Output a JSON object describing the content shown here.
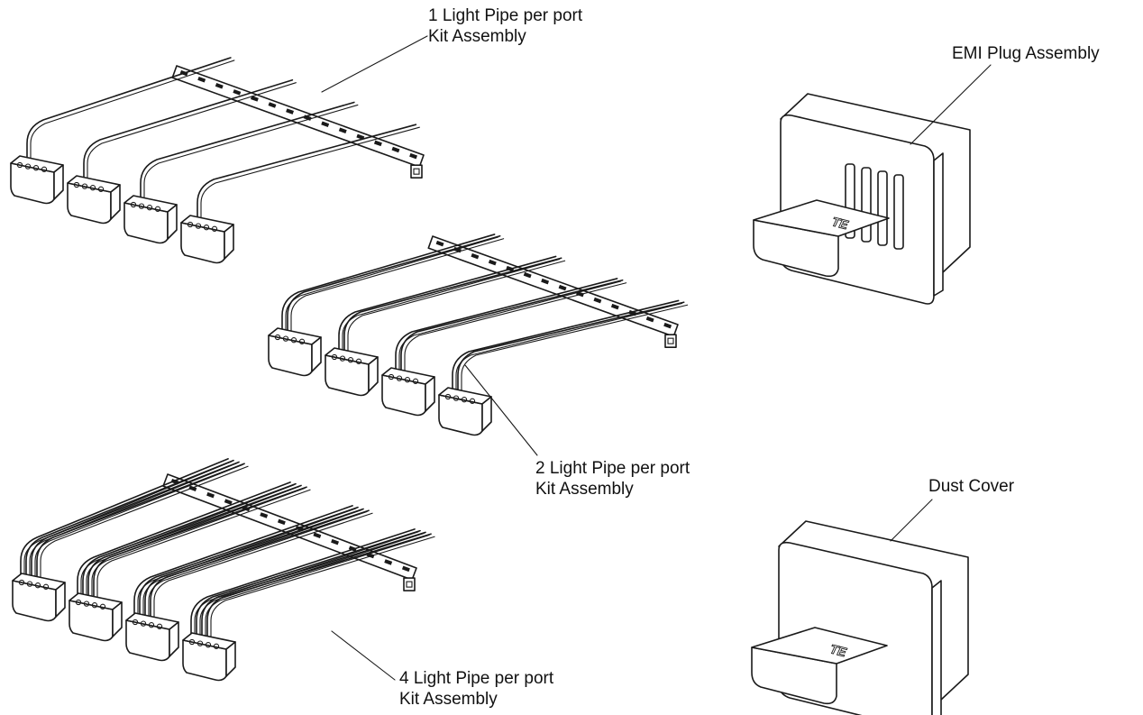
{
  "labels": {
    "kit_1": {
      "line1": "1 Light Pipe per port",
      "line2": "Kit Assembly"
    },
    "kit_2": {
      "line1": "2 Light Pipe per port",
      "line2": "Kit Assembly"
    },
    "kit_4": {
      "line1": "4 Light Pipe per port",
      "line2": "Kit Assembly"
    },
    "emi_plug": "EMI Plug Assembly",
    "dust_cover": "Dust Cover"
  },
  "components": {
    "kit_1": {
      "pipes_per_port": 1,
      "ports": 4
    },
    "kit_2": {
      "pipes_per_port": 2,
      "ports": 4
    },
    "kit_4": {
      "pipes_per_port": 4,
      "ports": 4
    }
  },
  "colors": {
    "ink": "#1a1a1a",
    "background": "#ffffff"
  }
}
